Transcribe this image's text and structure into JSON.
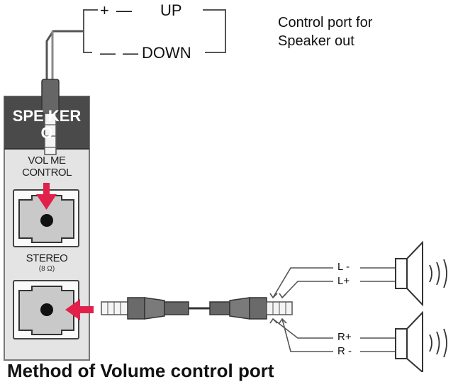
{
  "control_wire": {
    "up_polarity": "+  —",
    "up_label": "UP",
    "down_polarity": "— —",
    "down_label": "DOWN"
  },
  "caption": {
    "line1": "Control port for",
    "line2": "Speaker out"
  },
  "panel": {
    "speaker_header_line1": "SPE  KER",
    "speaker_header_line2": "O",
    "volume_label_line1": "VOL  ME",
    "volume_label_line2": "CONTROL",
    "stereo_label": "STEREO",
    "stereo_impedance": "(8 Ω)"
  },
  "speaker_pins": {
    "l_minus": "L -",
    "l_plus": "L+",
    "r_plus": "R+",
    "r_minus": "R -"
  },
  "title": "Method of Volume control port",
  "colors": {
    "panel_dark": "#4a4a4a",
    "panel_light": "#e4e4e4",
    "jack_fill": "#c9c9c9",
    "arrow_red": "#e2214b",
    "plug_dark": "#666666",
    "line": "#555555"
  },
  "icons": [
    "speaker-icon",
    "sound-waves-icon",
    "arrow-icon",
    "audio-plug-icon",
    "jack-socket-icon"
  ]
}
